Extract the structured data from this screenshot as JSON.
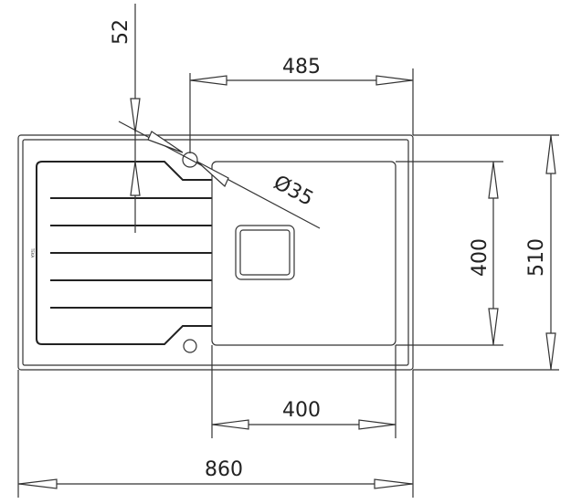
{
  "diagram": {
    "dimensions": {
      "tap_offset": "52",
      "tap_to_edge": "485",
      "tap_hole_diameter": "Ø35",
      "bowl_depth": "400",
      "overall_depth": "510",
      "bowl_width": "400",
      "overall_width": "860"
    },
    "logo_text": "TEKA"
  }
}
